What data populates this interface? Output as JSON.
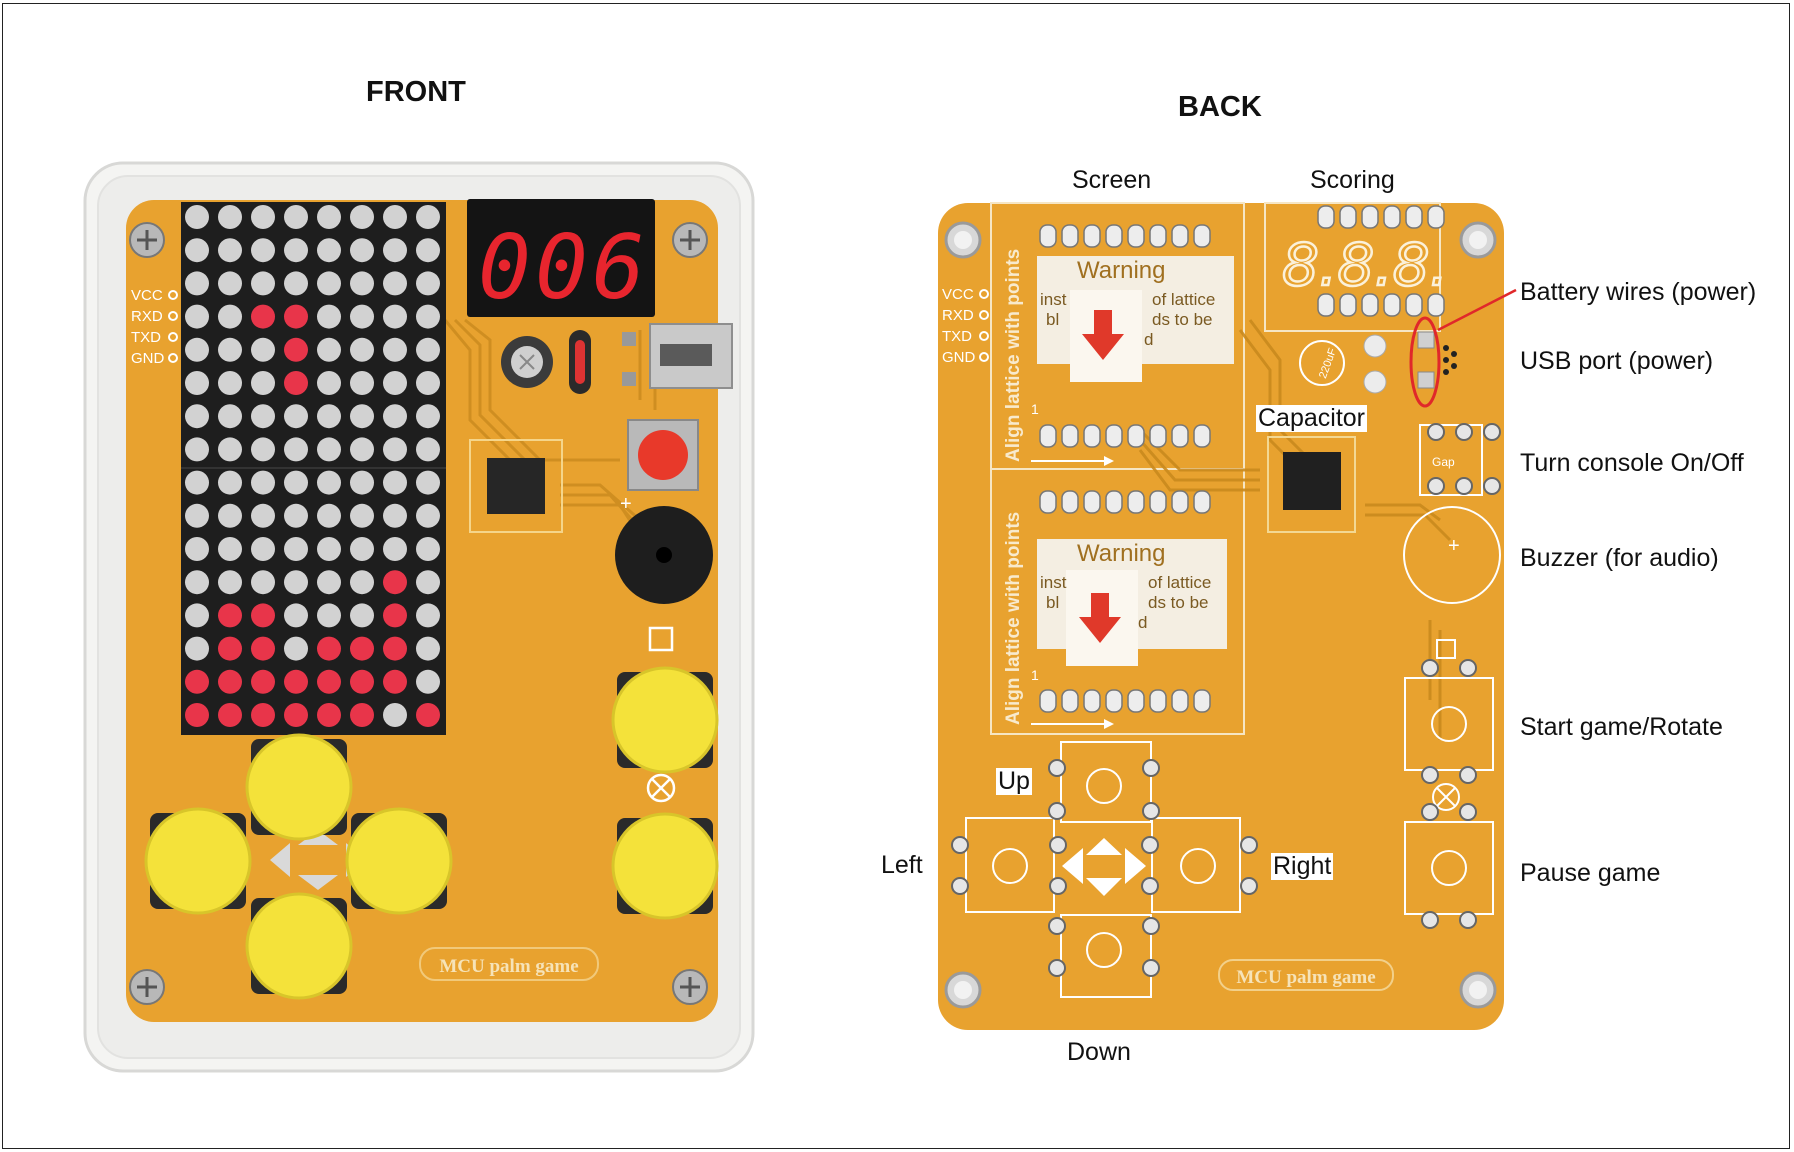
{
  "titles": {
    "front": "FRONT",
    "back": "BACK"
  },
  "front": {
    "pin_labels": [
      "VCC",
      "RXD",
      "TXD",
      "GND"
    ],
    "score_display": "006",
    "brand_text": "MCU palm game"
  },
  "back": {
    "top_labels": {
      "screen": "Screen",
      "scoring": "Scoring"
    },
    "side_labels": {
      "battery": "Battery wires (power)",
      "usb": "USB port (power)",
      "power_switch": "Turn console On/Off",
      "buzzer": "Buzzer (for audio)",
      "start": "Start game/Rotate",
      "pause": "Pause game"
    },
    "capacitor": "Capacitor",
    "dpad": {
      "up": "Up",
      "left": "Left",
      "right": "Right",
      "down": "Down"
    },
    "pin_labels": [
      "VCC",
      "RXD",
      "TXD",
      "GND"
    ],
    "silkscreen": {
      "warning_title": "Warning",
      "warning_left": "inst",
      "warning_right": "of lattice",
      "warning_line2a": "bl",
      "warning_line2b": "ds to be",
      "warning_line3": "d",
      "align_text": "Align lattice with points",
      "pin_one": "1",
      "seg_ghost": "8.8.8.",
      "cap_value": "220uF",
      "gap_text": "Gap",
      "brand_text": "MCU palm game"
    }
  },
  "colors": {
    "pcb": "#E8A22F",
    "trace": "#C98A1E",
    "led_on": "#E8354A",
    "led_off": "#D2D2D2",
    "button": "#F4E23A",
    "annotation": "#E0282A"
  }
}
